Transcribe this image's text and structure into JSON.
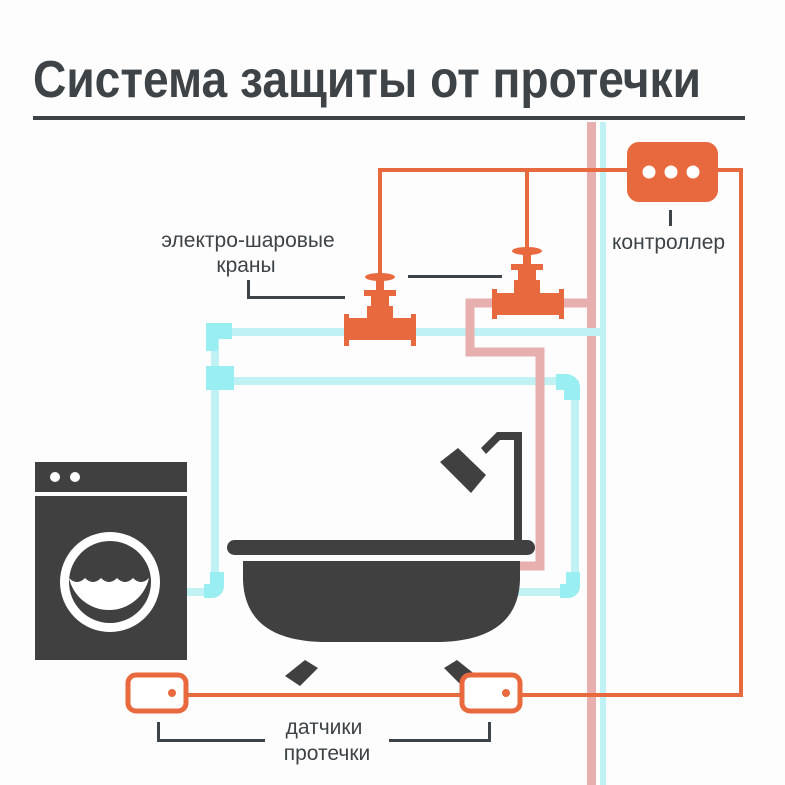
{
  "title": "Система защиты от протечки",
  "labels": {
    "valves_line1": "электро-шаровые",
    "valves_line2": "краны",
    "controller": "контроллер",
    "sensors_line1": "датчики",
    "sensors_line2": "протечки"
  },
  "colors": {
    "accent": "#E8693E",
    "text": "#3D4347",
    "dark": "#404040",
    "cold_pipe": "#C0F2F5",
    "cold_joint": "#99EEF2",
    "hot_pipe": "#E8AFAF"
  },
  "icons": [
    "controller-icon",
    "ball-valve-icon",
    "washing-machine-icon",
    "bathtub-icon",
    "shower-icon",
    "leak-sensor-icon"
  ]
}
